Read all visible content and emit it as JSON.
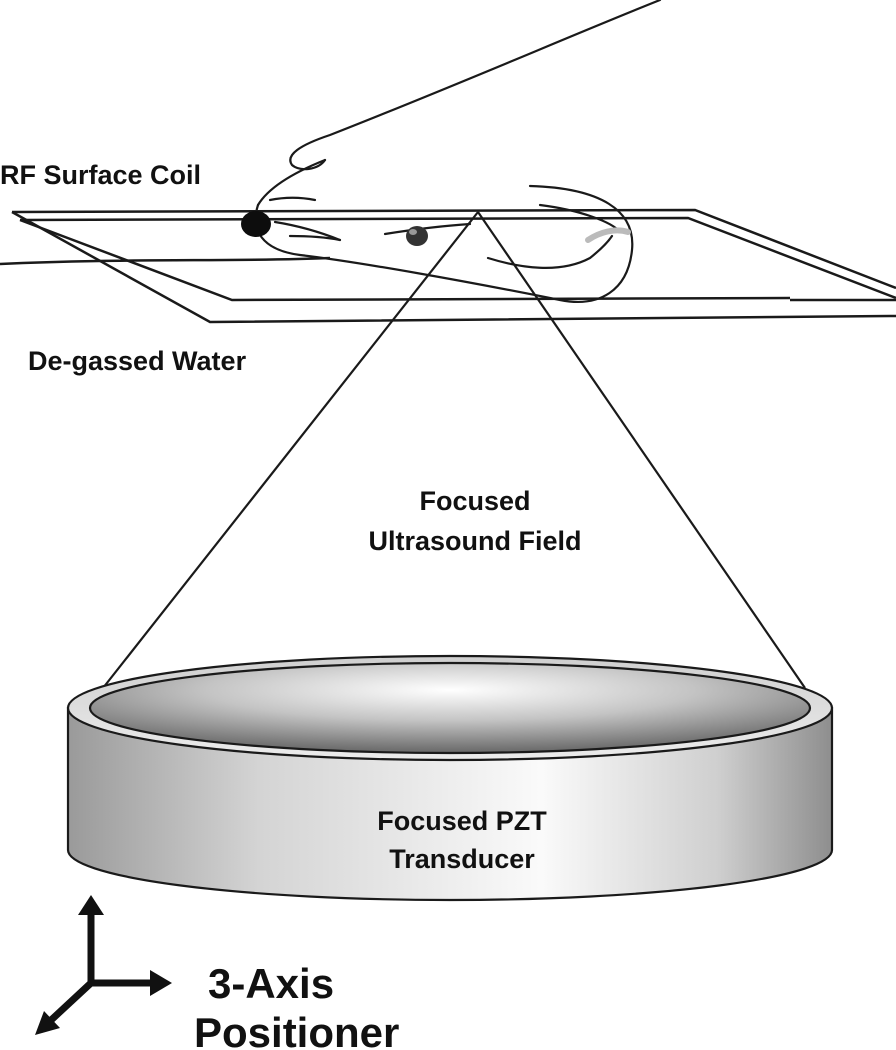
{
  "labels": {
    "rf_coil": "RF Surface Coil",
    "water": "De-gassed Water",
    "field_line1": "Focused",
    "field_line2": "Ultrasound Field",
    "transducer_line1": "Focused PZT",
    "transducer_line2": "Transducer",
    "positioner_line1": "3-Axis",
    "positioner_line2": "Positioner"
  },
  "colors": {
    "line": "#1a1a1a",
    "text": "#111111",
    "transducer_light": "#f4f4f4",
    "transducer_dark": "#8a8a8a"
  }
}
